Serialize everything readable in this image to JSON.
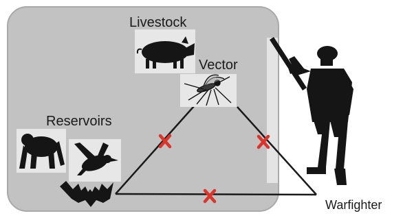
{
  "labels": {
    "livestock": "Livestock",
    "vector": "Vector",
    "reservoirs": "Reservoirs",
    "warfighter": "Warfighter"
  },
  "blocked_marker": "X",
  "colors": {
    "panel": "#c2c2c2",
    "panel_border": "#a9a9a9",
    "line": "#1a1a1a",
    "marker": "#d9352a",
    "silhouette": "#151515",
    "icon_tile": "#e7e7e7"
  },
  "icons": {
    "livestock": "pig-icon",
    "vector": "mosquito-icon",
    "reservoir_primate": "gorilla-icon",
    "reservoir_bird": "duck-icon",
    "reservoir_bat": "bat-icon",
    "warfighter": "soldier-silhouette"
  }
}
